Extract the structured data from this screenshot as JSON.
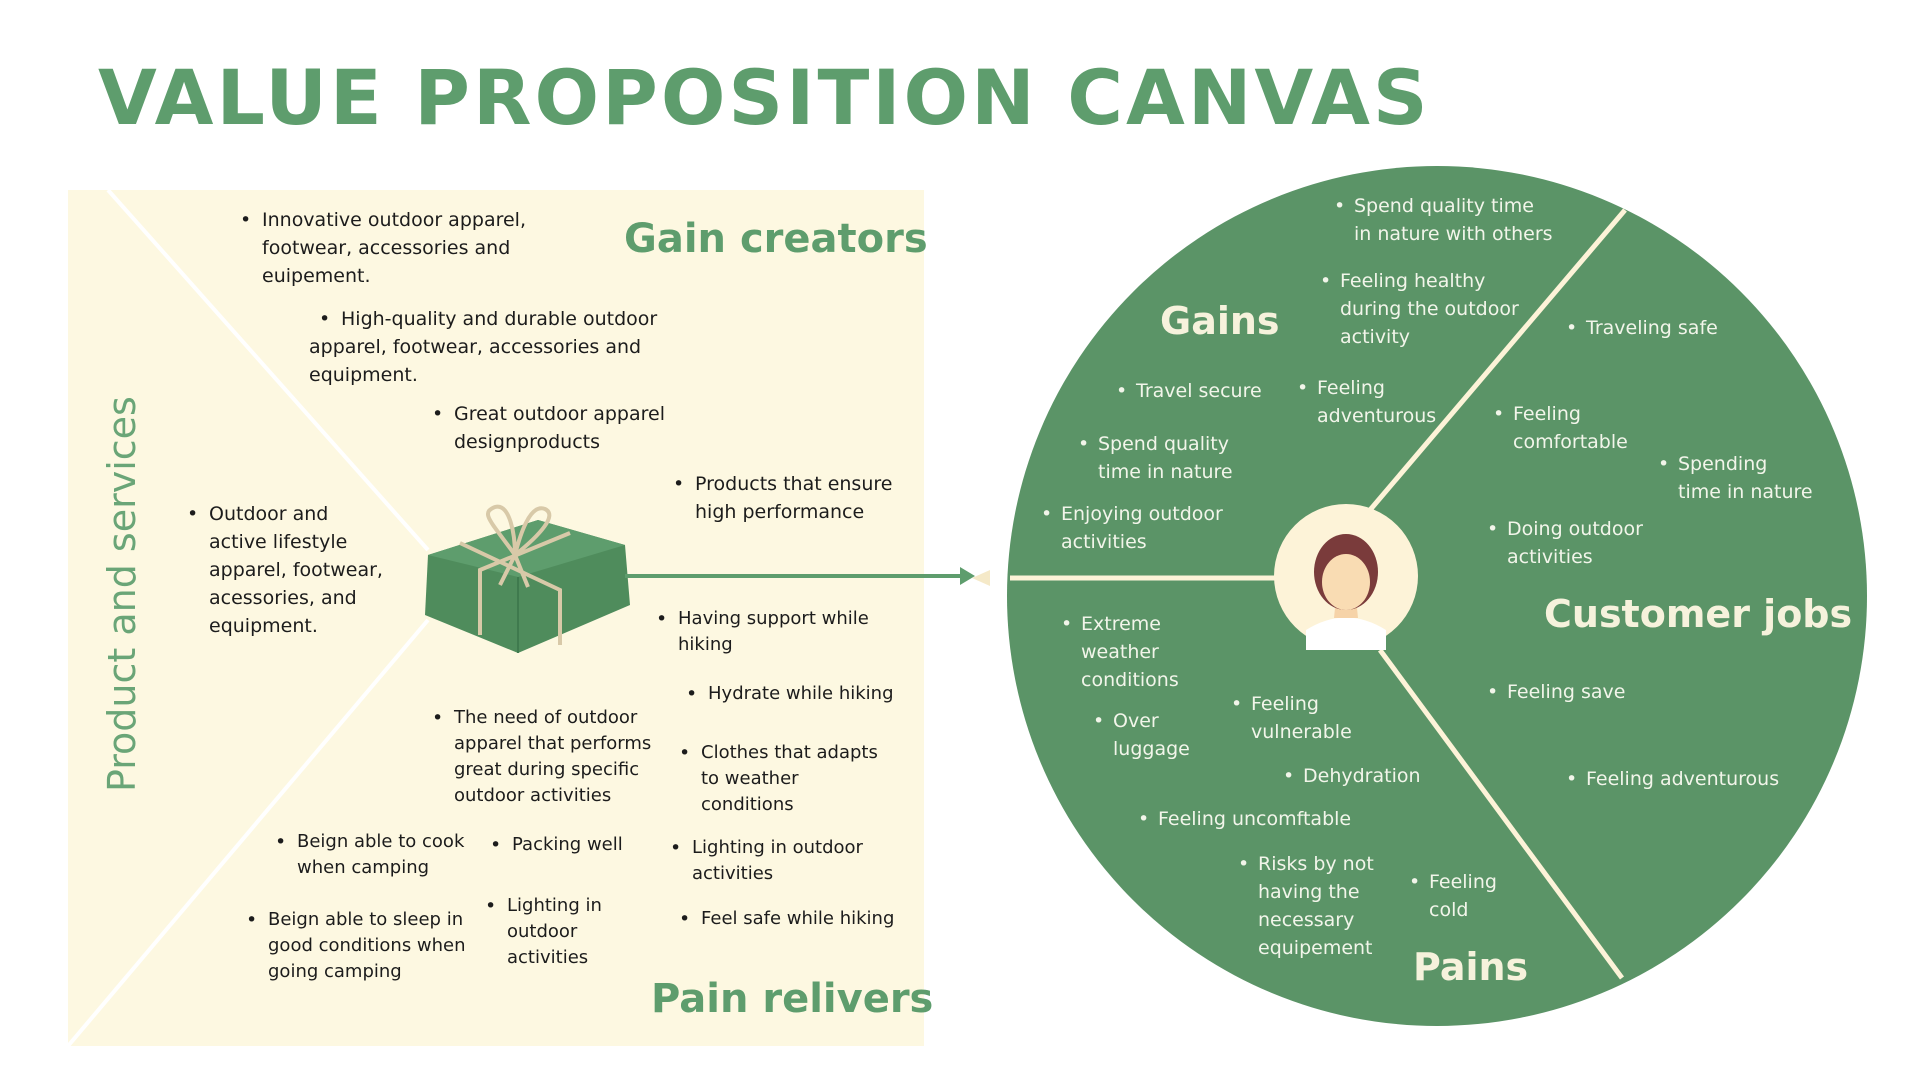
{
  "title": "VALUE PROPOSITION CANVAS",
  "colors": {
    "green": "#5e9d6d",
    "cream": "#fdf8e1",
    "dark_green": "#3f7a4e"
  },
  "left": {
    "vertical_label": "Product and services",
    "gain_creators_heading": "Gain creators",
    "pain_relievers_heading": "Pain relivers",
    "products": [
      "Outdoor and\nactive lifestyle\napparel, footwear,\nacessories, and\nequipment."
    ],
    "gain_creators": [
      "Innovative outdoor apparel,\nfootwear, accessories and\neuipement.",
      "High-quality and durable outdoor\napparel, footwear, accessories and\nequipment.",
      "Great outdoor apparel\ndesignproducts",
      "Products that ensure\nhigh performance"
    ],
    "pain_relievers": [
      "Having support while\nhiking",
      "Hydrate while hiking",
      "The need of outdoor\napparel that performs\ngreat during specific\noutdoor activities",
      "Clothes that adapts\nto weather\nconditions",
      "Beign able to cook\nwhen camping",
      "Packing well",
      "Lighting in outdoor\nactivities",
      "Beign able to sleep in\ngood conditions when\ngoing camping",
      "Lighting in\noutdoor\nactivities",
      "Feel safe while hiking"
    ]
  },
  "right": {
    "gains_heading": "Gains",
    "customer_jobs_heading": "Customer jobs",
    "pains_heading": "Pains",
    "gains": [
      "Spend quality time\nin nature with others",
      "Feeling healthy\nduring the outdoor\nactivity",
      "Travel secure",
      "Feeling\nadventurous",
      "Spend quality\ntime in nature",
      "Enjoying outdoor\nactivities"
    ],
    "customer_jobs": [
      "Traveling safe",
      "Feeling\ncomfortable",
      "Spending\ntime in nature",
      "Doing outdoor\nactivities",
      "Feeling save",
      "Feeling adventurous"
    ],
    "pains": [
      "Extreme\nweather\nconditions",
      "Over\nluggage",
      "Feeling\nvulnerable",
      "Dehydration",
      "Feeling uncomftable",
      "Risks by not\nhaving the\nnecessary\nequipement",
      "Feeling\ncold"
    ]
  }
}
